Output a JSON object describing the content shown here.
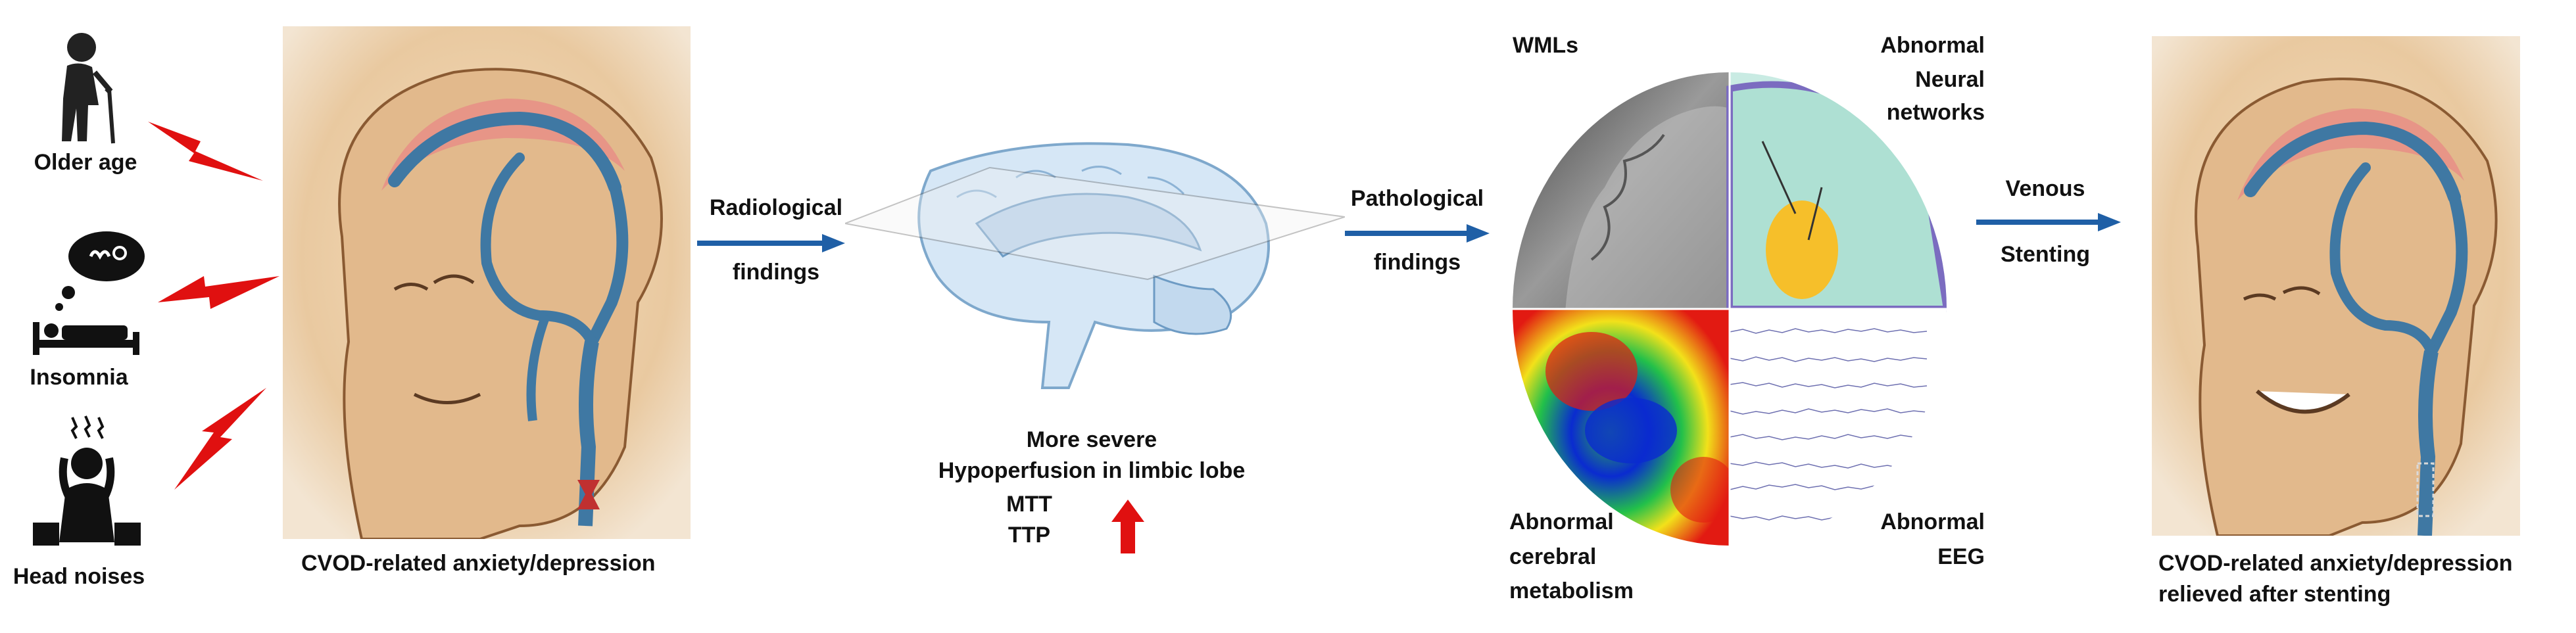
{
  "risk_factors": [
    {
      "label": "Older age",
      "icon": "elderly-person-icon"
    },
    {
      "label": "Insomnia",
      "icon": "sleeping-person-icon"
    },
    {
      "label": "Head noises",
      "icon": "head-noise-person-icon"
    }
  ],
  "left_illustration": {
    "caption": "CVOD-related anxiety/depression"
  },
  "radiological": {
    "line1": "Radiological",
    "line2": "findings"
  },
  "brain": {
    "line1": "More severe",
    "line2": "Hypoperfusion in limbic lobe",
    "param1": "MTT",
    "param2": "TTP"
  },
  "pathological": {
    "line1": "Pathological",
    "line2": "findings"
  },
  "quadrants": {
    "wmls": "WMLs",
    "neural": [
      "Abnormal",
      "Neural",
      "networks"
    ],
    "metabolism": [
      "Abnormal",
      "cerebral",
      "metabolism"
    ],
    "eeg": [
      "Abnormal",
      "EEG"
    ]
  },
  "venous": {
    "line1": "Venous",
    "line2": "Stenting"
  },
  "right_illustration": {
    "caption": [
      "CVOD-related anxiety/depression",
      "relieved after stenting"
    ]
  },
  "colors": {
    "arrow_blue": "#1f5fa6",
    "lightning_red": "#e01010",
    "vessel_blue": "#3f78a3",
    "sepia": "#e9c9a0"
  }
}
